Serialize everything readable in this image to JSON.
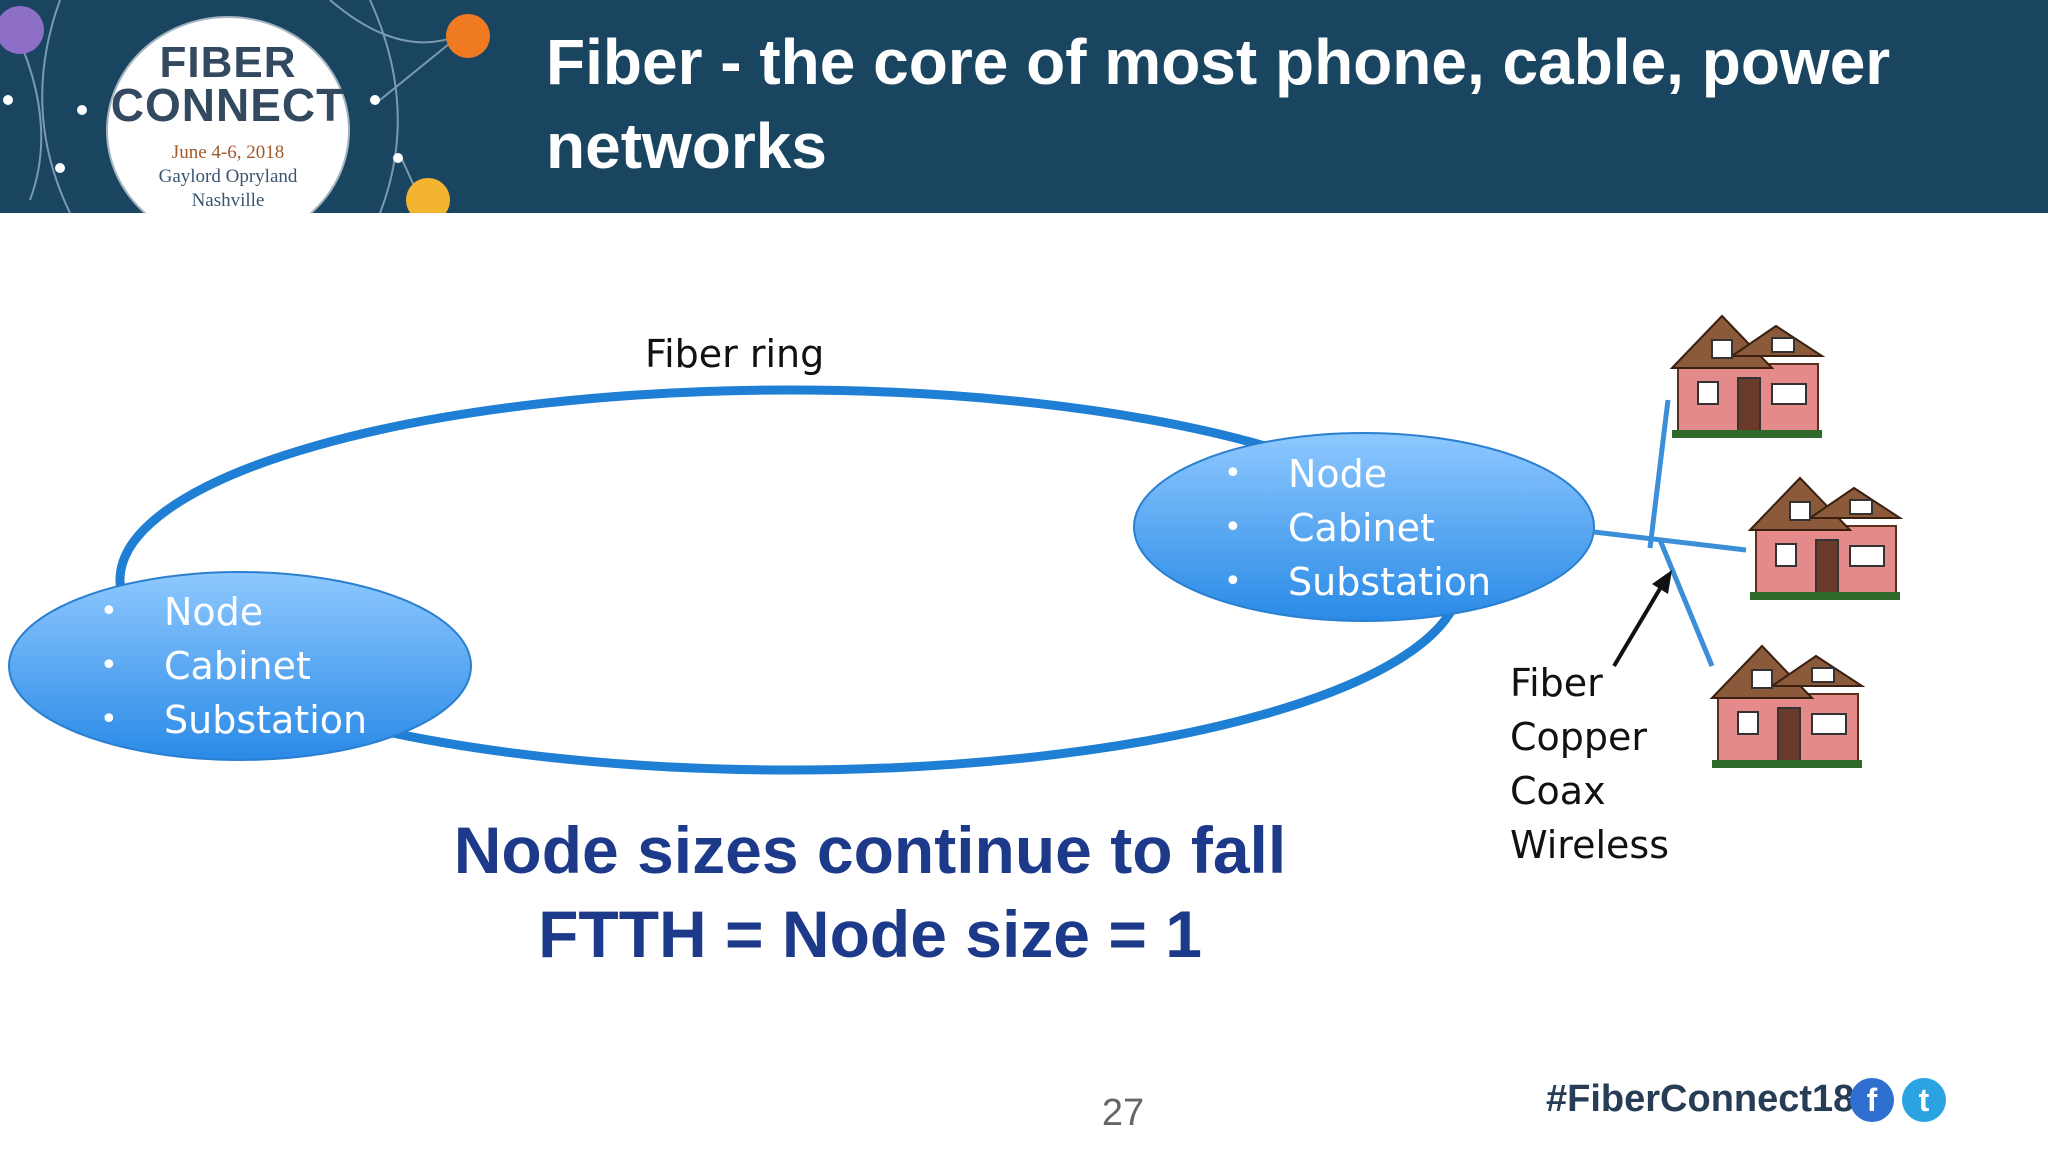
{
  "header": {
    "title": "Fiber - the core of most phone, cable, power networks",
    "logo": {
      "line1": "FIBER",
      "line2": "CONNECT",
      "date": "June 4-6, 2018",
      "venue": "Gaylord Opryland",
      "city": "Nashville"
    }
  },
  "diagram": {
    "ring_label": "Fiber ring",
    "left_node": {
      "items": [
        "Node",
        "Cabinet",
        "Substation"
      ]
    },
    "right_node": {
      "items": [
        "Node",
        "Cabinet",
        "Substation"
      ]
    },
    "media_types": [
      "Fiber",
      "Copper",
      "Coax",
      "Wireless"
    ],
    "colors": {
      "ring": "#1f7fd4",
      "node_fill": "#4ea4f0",
      "house_wall": "#e58a8a",
      "house_roof": "#8a5a3a"
    }
  },
  "tagline": {
    "line1": "Node sizes continue to fall",
    "line2": "FTTH = Node size = 1"
  },
  "footer": {
    "page_number": "27",
    "hashtag": "#FiberConnect18",
    "facebook": "f",
    "twitter": "t"
  }
}
